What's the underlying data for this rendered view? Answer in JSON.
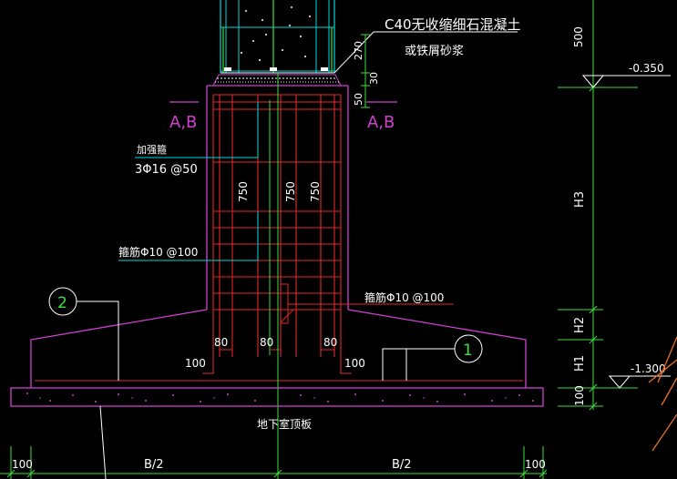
{
  "annotations": {
    "concrete_note_line1": "C40无收缩细石混凝土",
    "concrete_note_line2": "或铁屑砂浆",
    "section_left": "A,B",
    "section_right": "A,B",
    "add_bars_line1": "加强箍",
    "add_bars_line2": "3Φ16 @50",
    "stirrup_left": "箍筋Φ10 @100",
    "stirrup_right": "箍筋Φ10 @100",
    "slab_label": "地下室顶板",
    "callout_1": "1",
    "callout_2": "2"
  },
  "dimensions": {
    "d270": "270",
    "d30": "30",
    "d50": "50",
    "d750_a": "750",
    "d750_b": "750",
    "d750_c": "750",
    "d80_a": "80",
    "d80_b": "80",
    "d80_c": "80",
    "d100_left": "100",
    "d100_right": "100",
    "bottom_100_left": "100",
    "bottom_b2_left": "B/2",
    "bottom_b2_right": "B/2",
    "bottom_100_right": "100",
    "side_500": "500",
    "side_h3": "H3",
    "side_h2": "H2",
    "side_h1": "H1",
    "side_100": "100",
    "elev_top": "-0.350",
    "elev_bottom": "-1.300"
  },
  "colors": {
    "background": "#000000",
    "outline": "#d040d0",
    "rebar": "#e02828",
    "dimension": "#3ce03c",
    "leader": "#ffffff",
    "column": "#00d8d8",
    "extra_lines": "#e87020"
  }
}
